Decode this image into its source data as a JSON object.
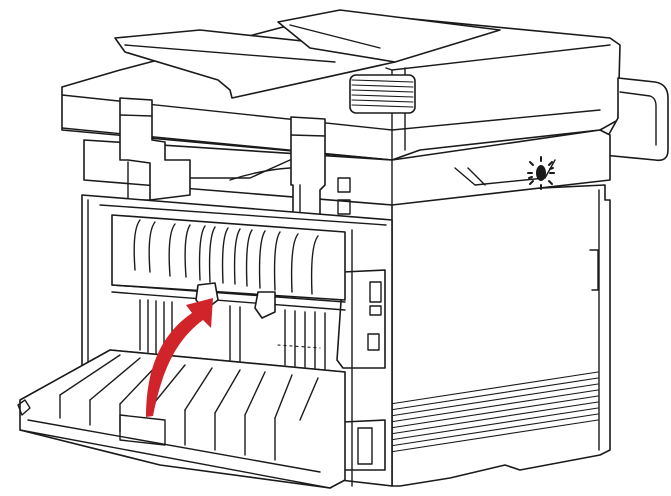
{
  "figure": {
    "subject": "Printer rear view with rear door open",
    "description": "Line-art illustration showing the rear cover of a multifunction printer opened downward, exposing the fuser/paper path area; a red curved arrow indicates lifting/pushing upward toward the fuser release lever.",
    "colors": {
      "line": "#1a1a1a",
      "background": "#ffffff",
      "arrow": "#d0232a"
    },
    "icons": {
      "arrow": "curved-arrow-up-right",
      "indicator": "sunburst-led"
    }
  }
}
